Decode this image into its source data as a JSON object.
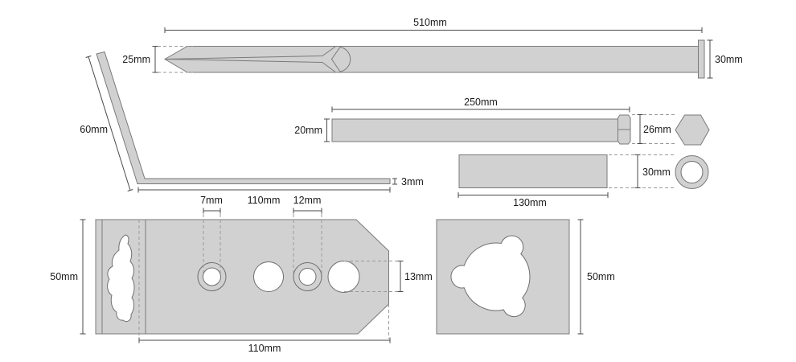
{
  "diagram": {
    "background": "#ffffff",
    "part_fill": "#d1d1d1",
    "part_stroke": "#7a7a7a",
    "dim_line_color": "#4a4a4a",
    "dash_color": "#9a9a9a",
    "text_color": "#1a1a1a",
    "labels": {
      "spike_length": "510mm",
      "spike_tip_width": "25mm",
      "spike_head_diameter": "30mm",
      "angle_bar_length": "60mm",
      "angle_bar_thickness": "3mm",
      "angle_bar_leg_length": "110mm",
      "hole_small": "7mm",
      "hole_medium": "12mm",
      "rod_length": "250mm",
      "rod_width": "20mm",
      "hex_head_width": "26mm",
      "tube_length": "130mm",
      "tube_diameter": "30mm",
      "plate_height": "50mm",
      "hole_large": "13mm",
      "plate_length": "110mm",
      "square_plate_height": "50mm"
    }
  }
}
